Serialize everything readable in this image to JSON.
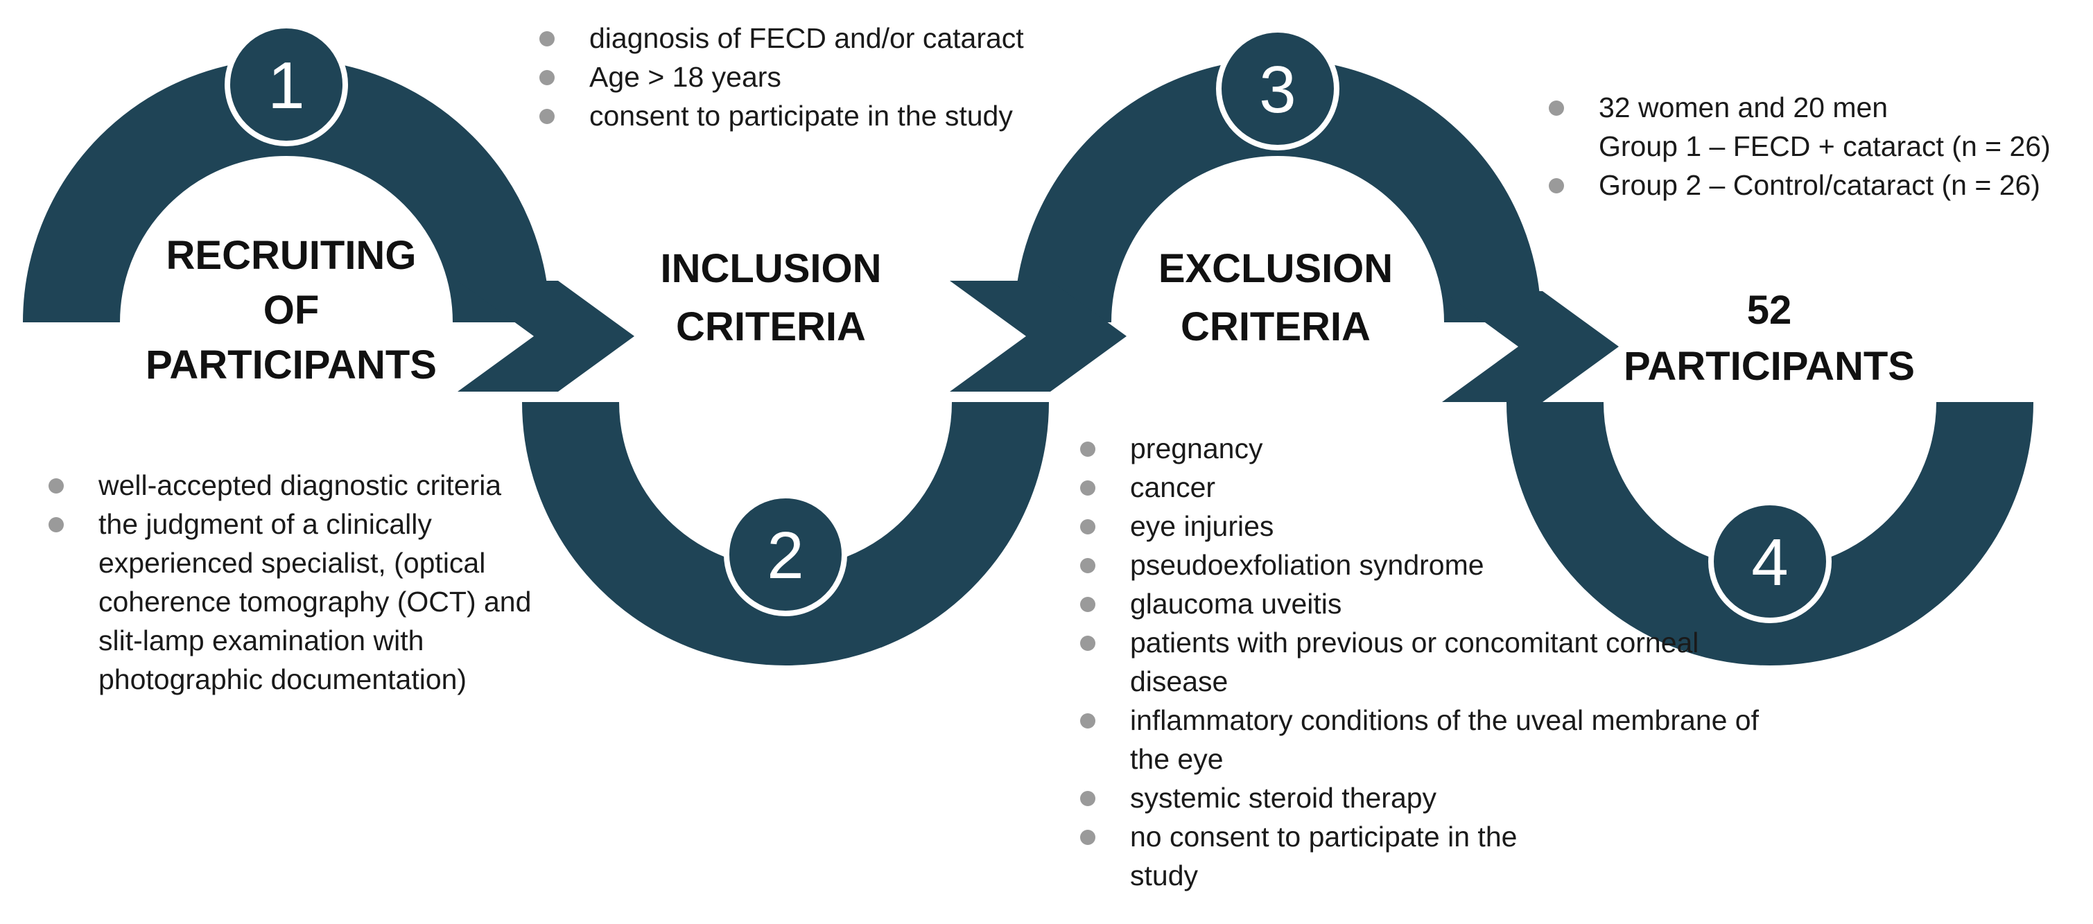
{
  "stages": [
    {
      "number": "1",
      "title_lines": [
        "RECRUITING",
        "OF",
        "PARTICIPANTS"
      ]
    },
    {
      "number": "2",
      "title_lines": [
        "INCLUSION",
        "CRITERIA"
      ]
    },
    {
      "number": "3",
      "title_lines": [
        "EXCLUSION",
        "CRITERIA"
      ]
    },
    {
      "number": "4",
      "title_lines": [
        "52",
        "PARTICIPANTS"
      ]
    }
  ],
  "recruiting_notes": [
    "well-accepted diagnostic criteria",
    "the judgment of a clinically experienced specialist, (optical coherence tomography (OCT) and slit-lamp examination with photographic documentation)"
  ],
  "inclusion_items": [
    "diagnosis of FECD and/or cataract",
    "Age > 18 years",
    "consent to participate in the study"
  ],
  "exclusion_items": [
    "pregnancy",
    "cancer",
    "eye injuries",
    "pseudoexfoliation syndrome",
    "glaucoma uveitis",
    "patients with previous or concomitant corneal disease",
    "inflammatory conditions of the uveal membrane of the eye",
    "systemic steroid therapy",
    "no consent to participate in the study"
  ],
  "participants_items": [
    {
      "text": "32 women and 20 men",
      "detail": "Group 1 – FECD + cataract (n = 26)"
    },
    {
      "text": "Group 2 – Control/cataract (n = 26)"
    }
  ],
  "colors": {
    "primary": "#1f4456",
    "bullet": "#9a9a9a",
    "text": "#111111"
  }
}
